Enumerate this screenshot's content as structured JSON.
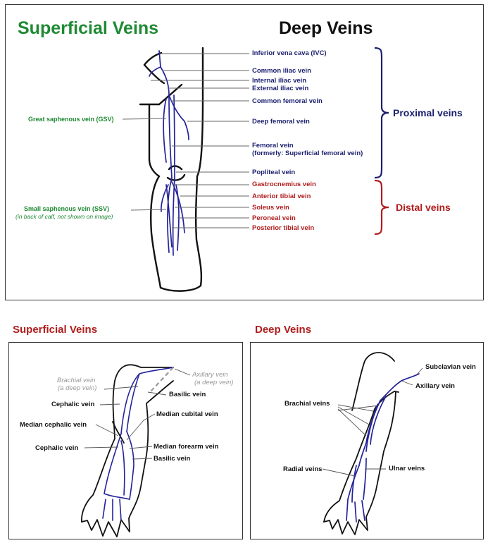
{
  "top": {
    "superficial_title": "Superficial Veins",
    "deep_title": "Deep Veins",
    "labels": {
      "ivc": "Inferior vena cava (IVC)",
      "common_iliac": "Common iliac vein",
      "internal_iliac": "Internal iliac vein",
      "external_iliac": "External iliac vein",
      "common_femoral": "Common femoral vein",
      "deep_femoral": "Deep femoral vein",
      "femoral": "Femoral vein",
      "femoral_note": "(formerly: Superficial femoral vein)",
      "popliteal": "Popliteal vein",
      "gastrocnemius": "Gastrocnemius vein",
      "anterior_tibial": "Anterior tibial vein",
      "soleus": "Soleus vein",
      "peroneal": "Peroneal vein",
      "posterior_tibial": "Posterior tibial vein",
      "gsv": "Great saphenous vein (GSV)",
      "ssv": "Small saphenous vein (SSV)",
      "ssv_note": "(in back of calf, not shown on image)"
    },
    "proximal": "Proximal veins",
    "distal": "Distal veins"
  },
  "arm_superficial": {
    "title": "Superficial Veins",
    "brachial": "Brachial vein",
    "brachial_note": "(a deep vein)",
    "axillary": "Axillary vein",
    "axillary_note": "(a deep vein)",
    "basilic_upper": "Basilic vein",
    "cephalic_upper": "Cephalic vein",
    "median_cubital": "Median cubital vein",
    "median_cephalic": "Median cephalic vein",
    "cephalic_lower": "Cephalic vein",
    "median_forearm": "Median forearm vein",
    "basilic_lower": "Basilic vein"
  },
  "arm_deep": {
    "title": "Deep Veins",
    "subclavian": "Subclavian vein",
    "axillary": "Axillary vein",
    "brachial": "Brachial veins",
    "radial": "Radial veins",
    "ulnar": "Ulnar veins"
  },
  "colors": {
    "green": "#1f8a34",
    "navy": "#1a1f6e",
    "red": "#b01c1c",
    "vein": "#23239a"
  }
}
